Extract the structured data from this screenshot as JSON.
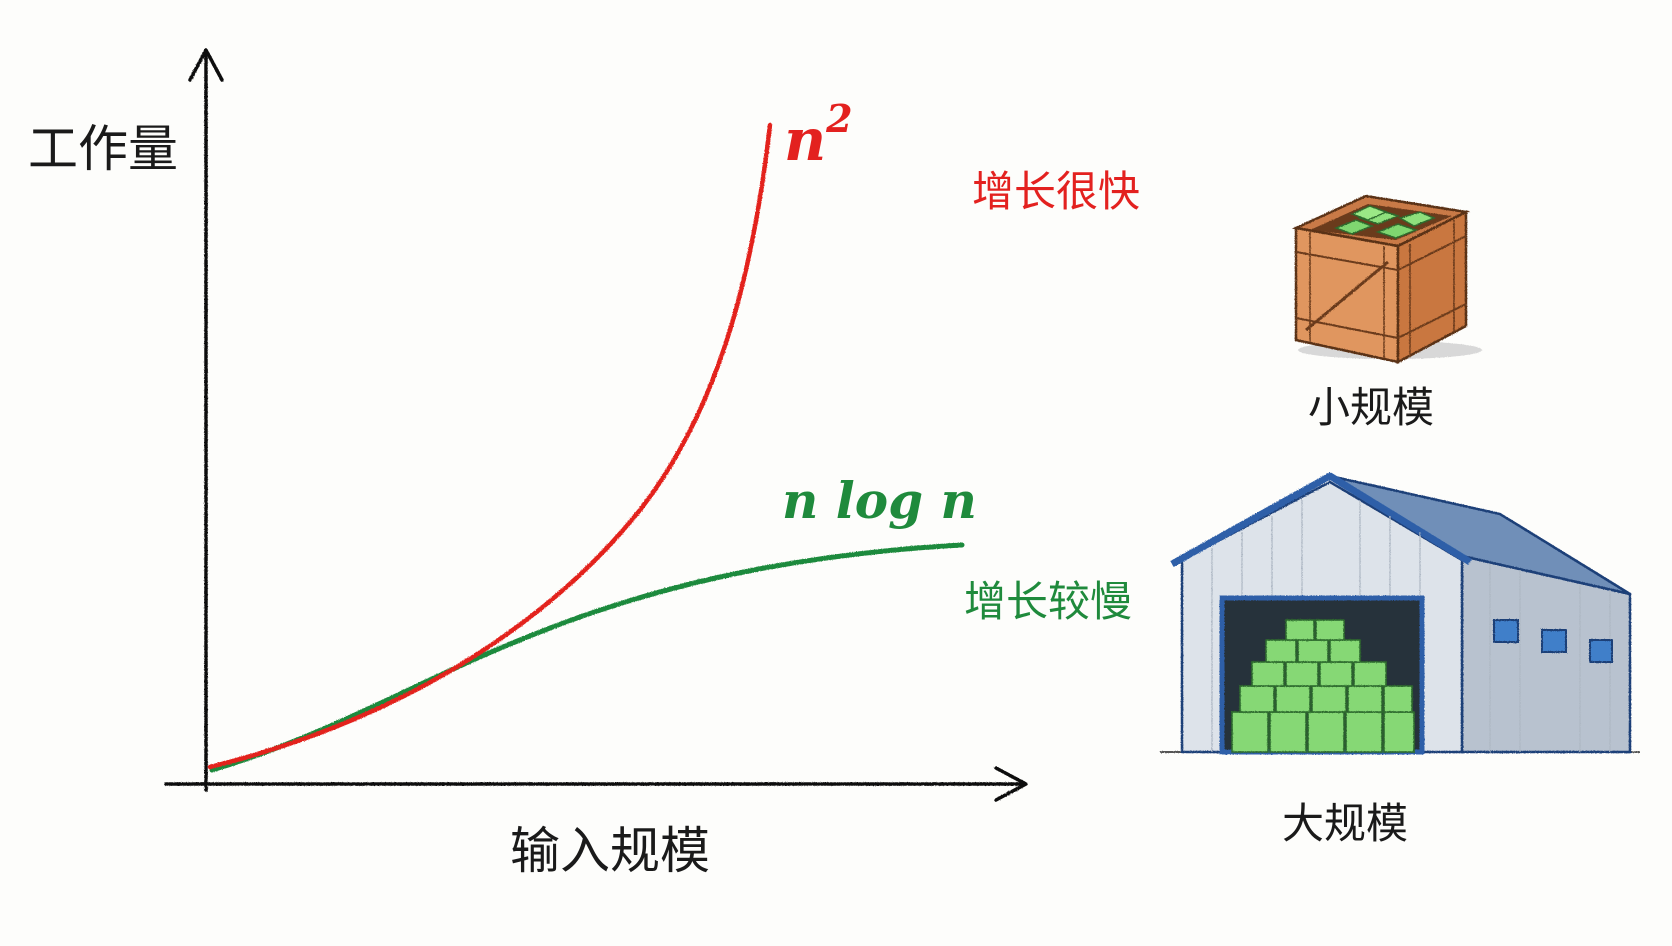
{
  "axes": {
    "y_label": "工作量",
    "x_label": "输入规模"
  },
  "curves": {
    "quadratic": {
      "label_base": "n",
      "label_exp": "2",
      "note": "增长很快",
      "color": "#e3211f"
    },
    "nlogn": {
      "label": "n log n",
      "note": "增长较慢",
      "color": "#1f8a3c"
    }
  },
  "illustrations": {
    "small": {
      "label": "小规模",
      "icon": "crate-icon"
    },
    "large": {
      "label": "大规模",
      "icon": "warehouse-icon"
    }
  }
}
